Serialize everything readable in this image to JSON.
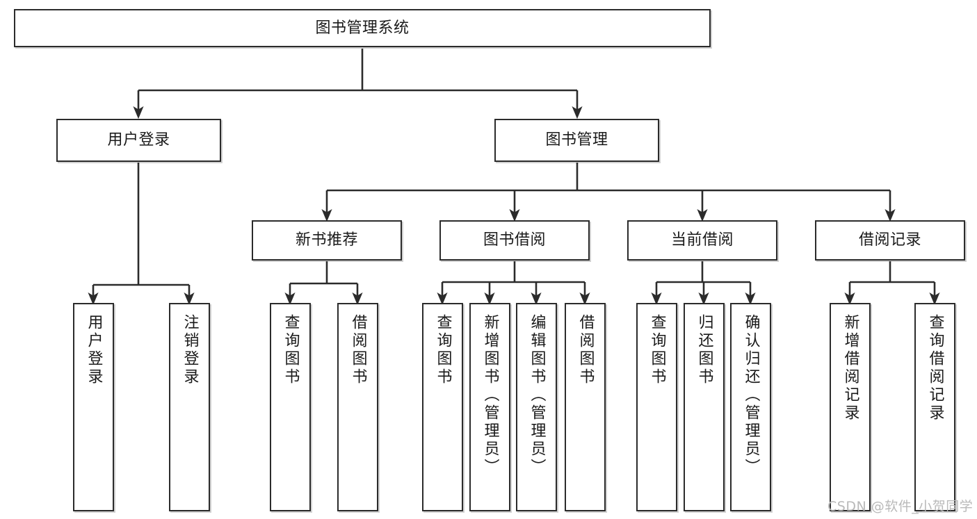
{
  "diagram": {
    "title": "图书管理系统",
    "watermark": "CSDN @软件_小贺同学",
    "colors": {
      "node_border": "#2b2b2b",
      "node_fill": "#ffffff",
      "edge": "#2b2b2b",
      "text": "#1a1a1a",
      "watermark": "#b9b9b9",
      "background": "#ffffff"
    },
    "nodes": {
      "root": {
        "label": "图书管理系统"
      },
      "level2": [
        {
          "id": "user-login",
          "label": "用户登录"
        },
        {
          "id": "book-management",
          "label": "图书管理"
        }
      ],
      "level3": [
        {
          "id": "new-book-recommend",
          "label": "新书推荐"
        },
        {
          "id": "book-borrow",
          "label": "图书借阅"
        },
        {
          "id": "current-borrow",
          "label": "当前借阅"
        },
        {
          "id": "borrow-record",
          "label": "借阅记录"
        }
      ],
      "leaves": [
        {
          "id": "leaf-user-login",
          "label": "用户登录",
          "parent": "user-login"
        },
        {
          "id": "leaf-logout-login",
          "label": "注销登录",
          "parent": "user-login"
        },
        {
          "id": "leaf-query-book-1",
          "label": "查询图书",
          "parent": "new-book-recommend"
        },
        {
          "id": "leaf-borrow-book-1",
          "label": "借阅图书",
          "parent": "new-book-recommend"
        },
        {
          "id": "leaf-query-book-2",
          "label": "查询图书",
          "parent": "book-borrow"
        },
        {
          "id": "leaf-add-book",
          "label": "新增图书（管理员）",
          "parent": "book-borrow"
        },
        {
          "id": "leaf-edit-book",
          "label": "编辑图书（管理员）",
          "parent": "book-borrow"
        },
        {
          "id": "leaf-borrow-book-2",
          "label": "借阅图书",
          "parent": "book-borrow"
        },
        {
          "id": "leaf-query-book-3",
          "label": "查询图书",
          "parent": "current-borrow"
        },
        {
          "id": "leaf-return-book",
          "label": "归还图书",
          "parent": "current-borrow"
        },
        {
          "id": "leaf-confirm-return",
          "label": "确认归还（管理员）",
          "parent": "current-borrow"
        },
        {
          "id": "leaf-add-record",
          "label": "新增借阅记录",
          "parent": "borrow-record"
        },
        {
          "id": "leaf-query-record",
          "label": "查询借阅记录",
          "parent": "borrow-record"
        }
      ]
    }
  }
}
